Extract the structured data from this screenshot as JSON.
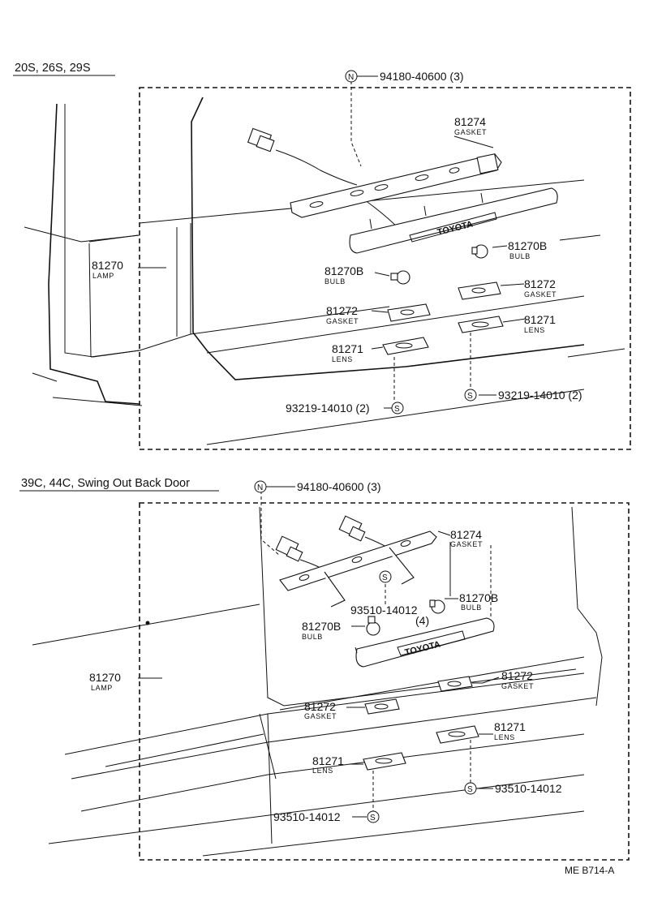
{
  "section_top": {
    "heading": "20S, 26S, 29S",
    "callouts": {
      "nut": {
        "symbol": "N",
        "text": "94180-40600 (3)"
      },
      "gasket_81274": {
        "number": "81274",
        "name": "GASKET"
      },
      "bulb_right": {
        "number": "81270B",
        "name": "BULB"
      },
      "bulb_left": {
        "number": "81270B",
        "name": "BULB"
      },
      "lamp": {
        "number": "81270",
        "name": "LAMP"
      },
      "gasket_right": {
        "number": "81272",
        "name": "GASKET"
      },
      "gasket_left": {
        "number": "81272",
        "name": "GASKET"
      },
      "lens_right": {
        "number": "81271",
        "name": "LENS"
      },
      "lens_left": {
        "number": "81271",
        "name": "LENS"
      },
      "screw_left": {
        "symbol": "S",
        "text": "93219-14010 (2)"
      },
      "screw_right": {
        "symbol": "S",
        "text": "93219-14010 (2)"
      }
    },
    "lamp_badge": "TOYOTA"
  },
  "section_bottom": {
    "heading": "39C, 44C, Swing Out Back Door",
    "callouts": {
      "nut": {
        "symbol": "N",
        "text": "94180-40600 (3)"
      },
      "gasket_81274": {
        "number": "81274",
        "name": "GASKET"
      },
      "screw_center": {
        "symbol": "S",
        "text": "93510-14012",
        "qty": "(4)"
      },
      "bulb_right": {
        "number": "81270B",
        "name": "BULB"
      },
      "bulb_left": {
        "number": "81270B",
        "name": "BULB"
      },
      "lamp": {
        "number": "81270",
        "name": "LAMP"
      },
      "gasket_right": {
        "number": "81272",
        "name": "GASKET"
      },
      "gasket_left": {
        "number": "81272",
        "name": "GASKET"
      },
      "lens_right": {
        "number": "81271",
        "name": "LENS"
      },
      "lens_left": {
        "number": "81271",
        "name": "LENS"
      },
      "screw_right": {
        "symbol": "S",
        "text": "93510-14012"
      },
      "screw_left": {
        "symbol": "S",
        "text": "93510-14012"
      }
    },
    "lamp_badge": "TOYOTA"
  },
  "figure_code": "ME B714-A"
}
